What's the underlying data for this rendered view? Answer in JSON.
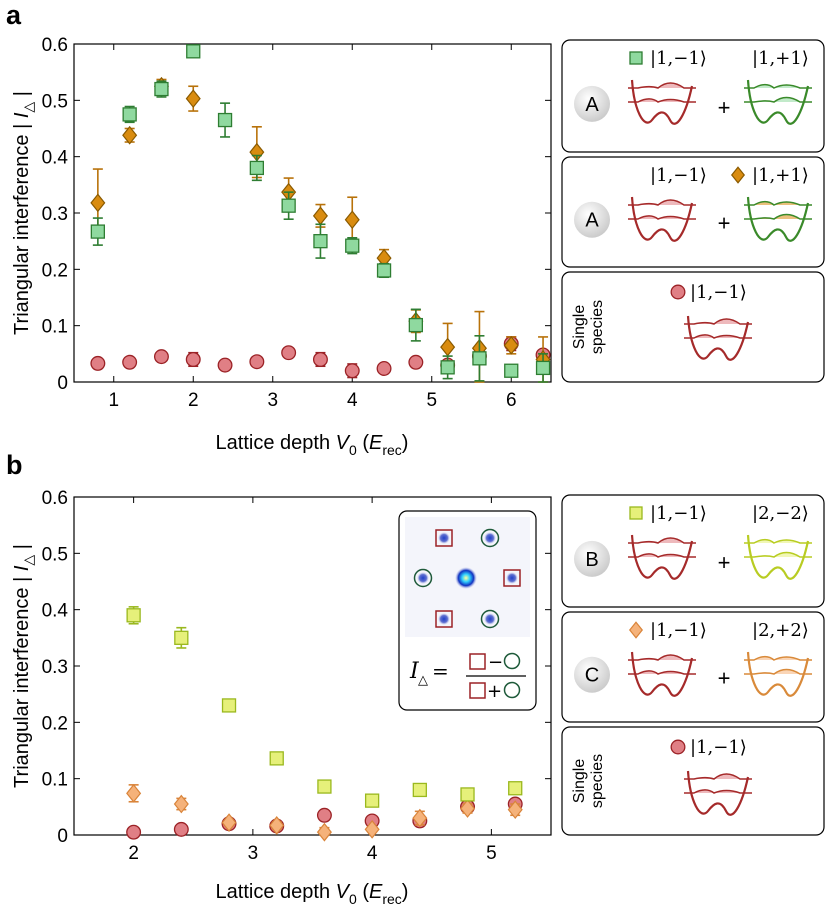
{
  "panels": [
    {
      "letter": "a",
      "ylabel": "Triangular interference | I△ |",
      "xlabel": "Lattice depth V0 (Erec)",
      "xticks": [
        "1",
        "2",
        "3",
        "4",
        "5",
        "6"
      ],
      "yticks": [
        "0",
        "0.1",
        "0.2",
        "0.3",
        "0.4",
        "0.5",
        "0.6"
      ],
      "side_boxes": [
        {
          "badge": "A",
          "state1": "|1,−1⟩",
          "state2": "|1,+1⟩",
          "marker": "square-green",
          "marker_on": 1,
          "plus": "+"
        },
        {
          "badge": "A",
          "state1": "|1,−1⟩",
          "state2": "|1,+1⟩",
          "marker": "diamond-orange",
          "marker_on": 2,
          "plus": "+"
        },
        {
          "single_label_1": "Single",
          "single_label_2": "species",
          "state1": "|1,−1⟩",
          "marker": "circle-red"
        }
      ]
    },
    {
      "letter": "b",
      "ylabel": "Triangular interference | I△ |",
      "xlabel": "Lattice depth V0 (Erec)",
      "xticks": [
        "2",
        "3",
        "4",
        "5"
      ],
      "yticks": [
        "0",
        "0.1",
        "0.2",
        "0.3",
        "0.4",
        "0.5",
        "0.6"
      ],
      "inset_formula": "I△ = (□ − ○) / (□ + ○)",
      "side_boxes": [
        {
          "badge": "B",
          "state1": "|1,−1⟩",
          "state2": "|2,−2⟩",
          "marker": "square-lime",
          "marker_on": 1,
          "plus": "+"
        },
        {
          "badge": "C",
          "state1": "|1,−1⟩",
          "state2": "|2,+2⟩",
          "marker": "diamond-peach",
          "marker_on": 1,
          "plus": "+"
        },
        {
          "single_label_1": "Single",
          "single_label_2": "species",
          "state1": "|1,−1⟩",
          "marker": "circle-red"
        }
      ]
    }
  ],
  "colors": {
    "green_fill": "#8fd99f",
    "green_edge": "#2e7d32",
    "orange_fill": "#d98c10",
    "orange_edge": "#8a5a00",
    "red_fill": "#e07f85",
    "red_edge": "#9b2226",
    "lime_fill": "#e6f07a",
    "lime_edge": "#9ab81e",
    "peach_fill": "#f5b27a",
    "peach_edge": "#d9843a",
    "well_red": "#a52a2a",
    "well_green": "#3a8a2a",
    "well_lime": "#b8cc22",
    "well_orange": "#d98a3a"
  },
  "chart_data": [
    {
      "type": "scatter",
      "xlabel": "Lattice depth V0 (Erec)",
      "ylabel": "Triangular interference | I△ |",
      "xlim": [
        0.5,
        6.5
      ],
      "ylim": [
        0,
        0.6
      ],
      "series": [
        {
          "marker": "square-green",
          "points": [
            {
              "x": 0.8,
              "y": 0.267,
              "err": 0.024
            },
            {
              "x": 1.2,
              "y": 0.475,
              "err": 0.014
            },
            {
              "x": 1.6,
              "y": 0.52,
              "err": 0.014
            },
            {
              "x": 2.0,
              "y": 0.587,
              "err": 0.01
            },
            {
              "x": 2.4,
              "y": 0.465,
              "err": 0.03
            },
            {
              "x": 2.8,
              "y": 0.38,
              "err": 0.022
            },
            {
              "x": 3.2,
              "y": 0.313,
              "err": 0.024
            },
            {
              "x": 3.6,
              "y": 0.25,
              "err": 0.03
            },
            {
              "x": 4.0,
              "y": 0.242,
              "err": 0.014
            },
            {
              "x": 4.4,
              "y": 0.198,
              "err": 0.012
            },
            {
              "x": 4.8,
              "y": 0.101,
              "err": 0.028
            },
            {
              "x": 5.2,
              "y": 0.026,
              "err": 0.02
            },
            {
              "x": 5.6,
              "y": 0.042,
              "err": 0.04
            },
            {
              "x": 6.0,
              "y": 0.02,
              "err": 0.01
            },
            {
              "x": 6.4,
              "y": 0.025,
              "err": 0.025
            }
          ]
        },
        {
          "marker": "diamond-orange",
          "points": [
            {
              "x": 0.8,
              "y": 0.318,
              "err": 0.06
            },
            {
              "x": 1.2,
              "y": 0.438,
              "err": 0.012
            },
            {
              "x": 1.6,
              "y": 0.525,
              "err": 0.012
            },
            {
              "x": 2.0,
              "y": 0.503,
              "err": 0.022
            },
            {
              "x": 2.8,
              "y": 0.408,
              "err": 0.045
            },
            {
              "x": 3.2,
              "y": 0.337,
              "err": 0.025
            },
            {
              "x": 3.6,
              "y": 0.295,
              "err": 0.02
            },
            {
              "x": 4.0,
              "y": 0.288,
              "err": 0.04
            },
            {
              "x": 4.4,
              "y": 0.22,
              "err": 0.015
            },
            {
              "x": 4.8,
              "y": 0.108,
              "err": 0.02
            },
            {
              "x": 5.2,
              "y": 0.062,
              "err": 0.042
            },
            {
              "x": 5.6,
              "y": 0.06,
              "err": 0.065
            },
            {
              "x": 6.0,
              "y": 0.065,
              "err": 0.015
            },
            {
              "x": 6.4,
              "y": 0.04,
              "err": 0.04
            }
          ]
        },
        {
          "marker": "circle-red",
          "points": [
            {
              "x": 0.8,
              "y": 0.033,
              "err": 0.004
            },
            {
              "x": 1.2,
              "y": 0.035,
              "err": 0.004
            },
            {
              "x": 1.6,
              "y": 0.045,
              "err": 0.006
            },
            {
              "x": 2.0,
              "y": 0.04,
              "err": 0.012
            },
            {
              "x": 2.4,
              "y": 0.03,
              "err": 0.004
            },
            {
              "x": 2.8,
              "y": 0.036,
              "err": 0.004
            },
            {
              "x": 3.2,
              "y": 0.052,
              "err": 0.006
            },
            {
              "x": 3.6,
              "y": 0.04,
              "err": 0.012
            },
            {
              "x": 4.0,
              "y": 0.02,
              "err": 0.012
            },
            {
              "x": 4.4,
              "y": 0.024,
              "err": 0.004
            },
            {
              "x": 4.8,
              "y": 0.035,
              "err": 0.004
            },
            {
              "x": 5.2,
              "y": 0.03,
              "err": 0.004
            },
            {
              "x": 5.6,
              "y": 0.046,
              "err": 0.004
            },
            {
              "x": 6.0,
              "y": 0.068,
              "err": 0.012
            },
            {
              "x": 6.4,
              "y": 0.048,
              "err": 0.004
            }
          ]
        }
      ]
    },
    {
      "type": "scatter",
      "xlabel": "Lattice depth V0 (Erec)",
      "ylabel": "Triangular interference | I△ |",
      "xlim": [
        1.5,
        5.5
      ],
      "ylim": [
        0,
        0.6
      ],
      "series": [
        {
          "marker": "square-lime",
          "points": [
            {
              "x": 2.0,
              "y": 0.39,
              "err": 0.015
            },
            {
              "x": 2.4,
              "y": 0.35,
              "err": 0.018
            },
            {
              "x": 2.8,
              "y": 0.23,
              "err": 0.008
            },
            {
              "x": 3.2,
              "y": 0.136,
              "err": 0.005
            },
            {
              "x": 3.6,
              "y": 0.086,
              "err": 0.004
            },
            {
              "x": 4.0,
              "y": 0.061,
              "err": 0.004
            },
            {
              "x": 4.4,
              "y": 0.08,
              "err": 0.004
            },
            {
              "x": 4.8,
              "y": 0.072,
              "err": 0.004
            },
            {
              "x": 5.2,
              "y": 0.083,
              "err": 0.01
            }
          ]
        },
        {
          "marker": "diamond-peach",
          "points": [
            {
              "x": 2.0,
              "y": 0.074,
              "err": 0.015
            },
            {
              "x": 2.4,
              "y": 0.055,
              "err": 0.01
            },
            {
              "x": 2.8,
              "y": 0.022,
              "err": 0.004
            },
            {
              "x": 3.2,
              "y": 0.017,
              "err": 0.006
            },
            {
              "x": 3.6,
              "y": 0.005,
              "err": 0.008
            },
            {
              "x": 4.0,
              "y": 0.01,
              "err": 0.004
            },
            {
              "x": 4.4,
              "y": 0.03,
              "err": 0.012
            },
            {
              "x": 4.8,
              "y": 0.047,
              "err": 0.008
            },
            {
              "x": 5.2,
              "y": 0.045,
              "err": 0.01
            }
          ]
        },
        {
          "marker": "circle-red",
          "points": [
            {
              "x": 2.0,
              "y": 0.005,
              "err": 0.002
            },
            {
              "x": 2.4,
              "y": 0.01,
              "err": 0.002
            },
            {
              "x": 2.8,
              "y": 0.02,
              "err": 0.004
            },
            {
              "x": 3.2,
              "y": 0.016,
              "err": 0.004
            },
            {
              "x": 3.6,
              "y": 0.035,
              "err": 0.004
            },
            {
              "x": 4.0,
              "y": 0.025,
              "err": 0.004
            },
            {
              "x": 4.4,
              "y": 0.025,
              "err": 0.004
            },
            {
              "x": 4.8,
              "y": 0.05,
              "err": 0.004
            },
            {
              "x": 5.2,
              "y": 0.055,
              "err": 0.004
            }
          ]
        }
      ]
    }
  ]
}
